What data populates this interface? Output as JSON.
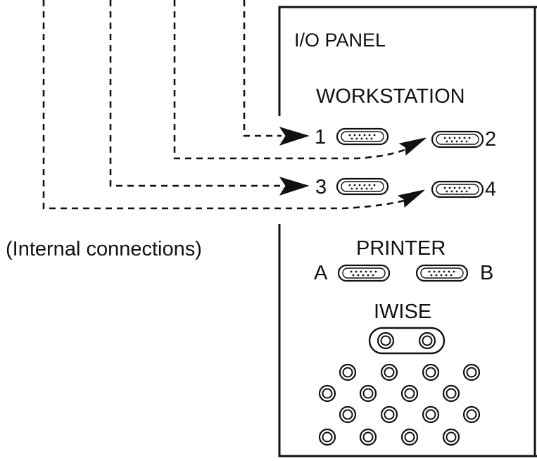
{
  "panel": {
    "title": "I/O PANEL",
    "workstation_heading": "WORKSTATION",
    "ports": [
      {
        "id": "1",
        "label": "1"
      },
      {
        "id": "2",
        "label": "2"
      },
      {
        "id": "3",
        "label": "3"
      },
      {
        "id": "4",
        "label": "4"
      }
    ],
    "printer_heading": "PRINTER",
    "printer_ports": [
      {
        "id": "A",
        "label": "A"
      },
      {
        "id": "B",
        "label": "B"
      }
    ],
    "iwise_heading": "IWISE"
  },
  "side_label": "(Internal connections)",
  "colors": {
    "ink": "#111111",
    "background": "#ffffff"
  }
}
